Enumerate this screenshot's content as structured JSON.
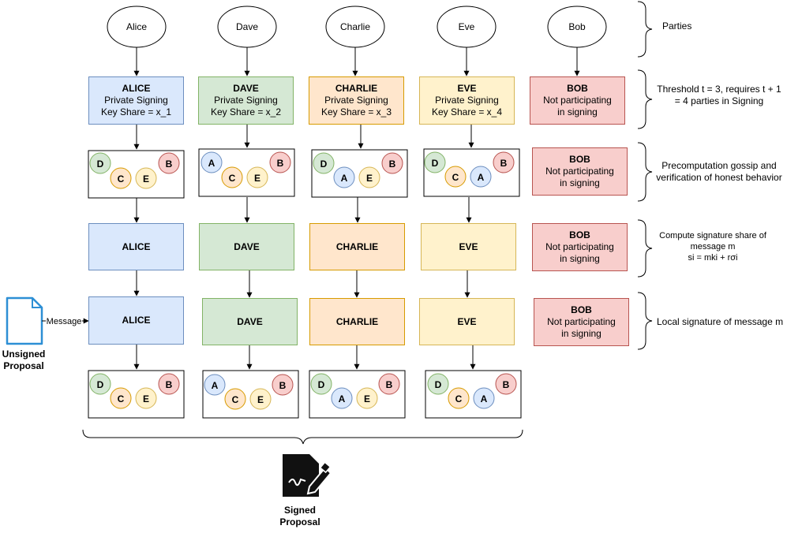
{
  "parties": [
    "Alice",
    "Dave",
    "Charlie",
    "Eve",
    "Bob"
  ],
  "colors": {
    "blue_fill": "#dae8fc",
    "blue_stroke": "#6c8ebf",
    "green_fill": "#d5e8d4",
    "green_stroke": "#82b366",
    "orange_fill": "#ffe6cc",
    "orange_stroke": "#d79b00",
    "yellow_fill": "#fff2cc",
    "yellow_stroke": "#d6b656",
    "red_fill": "#f8cecc",
    "red_stroke": "#b85450",
    "doc_stroke": "#2d8fd5"
  },
  "signing_boxes": [
    {
      "title": "ALICE",
      "line1": "Private Signing",
      "line2": "Key Share = x_1"
    },
    {
      "title": "DAVE",
      "line1": "Private Signing",
      "line2": "Key Share = x_2"
    },
    {
      "title": "CHARLIE",
      "line1": "Private Signing",
      "line2": "Key Share = x_3"
    },
    {
      "title": "EVE",
      "line1": "Private Signing",
      "line2": "Key Share = x_4"
    },
    {
      "title": "BOB",
      "line1": "Not participating",
      "line2": "in signing"
    }
  ],
  "bob_box": {
    "title": "BOB",
    "line1": "Not participating",
    "line2": "in signing"
  },
  "row_names": [
    "ALICE",
    "DAVE",
    "CHARLIE",
    "EVE"
  ],
  "gossip_nodes": {
    "D": "D",
    "B": "B",
    "C": "C",
    "E": "E",
    "A": "A"
  },
  "brace_labels": {
    "parties": "Parties",
    "threshold_1": "Threshold t = 3, requires t + 1",
    "threshold_2": "= 4 parties in Signing",
    "precomp_1": "Precomputation gossip and",
    "precomp_2": "verification of honest behavior",
    "compute_1": "Compute signature share of",
    "compute_2": "message m",
    "compute_3": "si = mki + rσi",
    "local": "Local signature of message m"
  },
  "unsigned": {
    "line1": "Unsigned",
    "line2": "Proposal",
    "edge_label": "Message"
  },
  "signed": {
    "line1": "Signed",
    "line2": "Proposal"
  }
}
